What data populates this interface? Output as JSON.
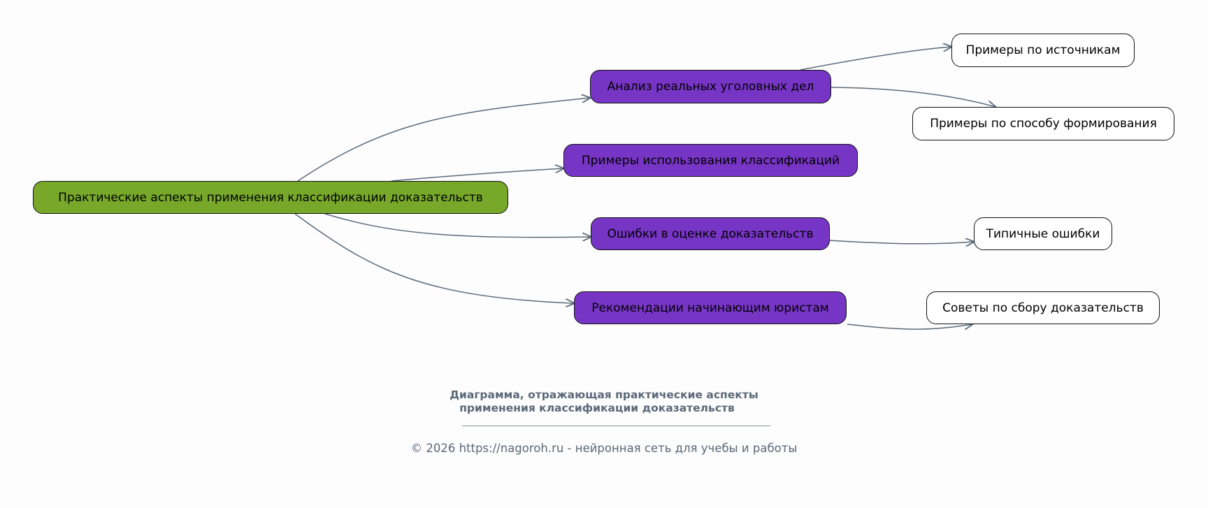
{
  "diagram": {
    "root": {
      "label": "Практические аспекты применения классификации доказательств",
      "color": "#77a82a"
    },
    "branches": [
      {
        "label": "Анализ реальных уголовных дел",
        "children": [
          "Примеры по источникам",
          "Примеры по способу формирования"
        ]
      },
      {
        "label": "Примеры использования классификаций",
        "children": []
      },
      {
        "label": "Ошибки в оценке доказательств",
        "children": [
          "Типичные ошибки"
        ]
      },
      {
        "label": "Рекомендации начинающим юристам",
        "children": [
          "Советы по сбору доказательств"
        ]
      }
    ],
    "branch_color": "#7735c6",
    "edge_color": "#5a6a7a"
  },
  "caption": {
    "title_line1": "Диаграмма, отражающая практические аспекты",
    "title_line2": "применения классификации доказательств",
    "copyright": "© 2026 https://nagoroh.ru - нейронная сеть для учебы и работы"
  }
}
